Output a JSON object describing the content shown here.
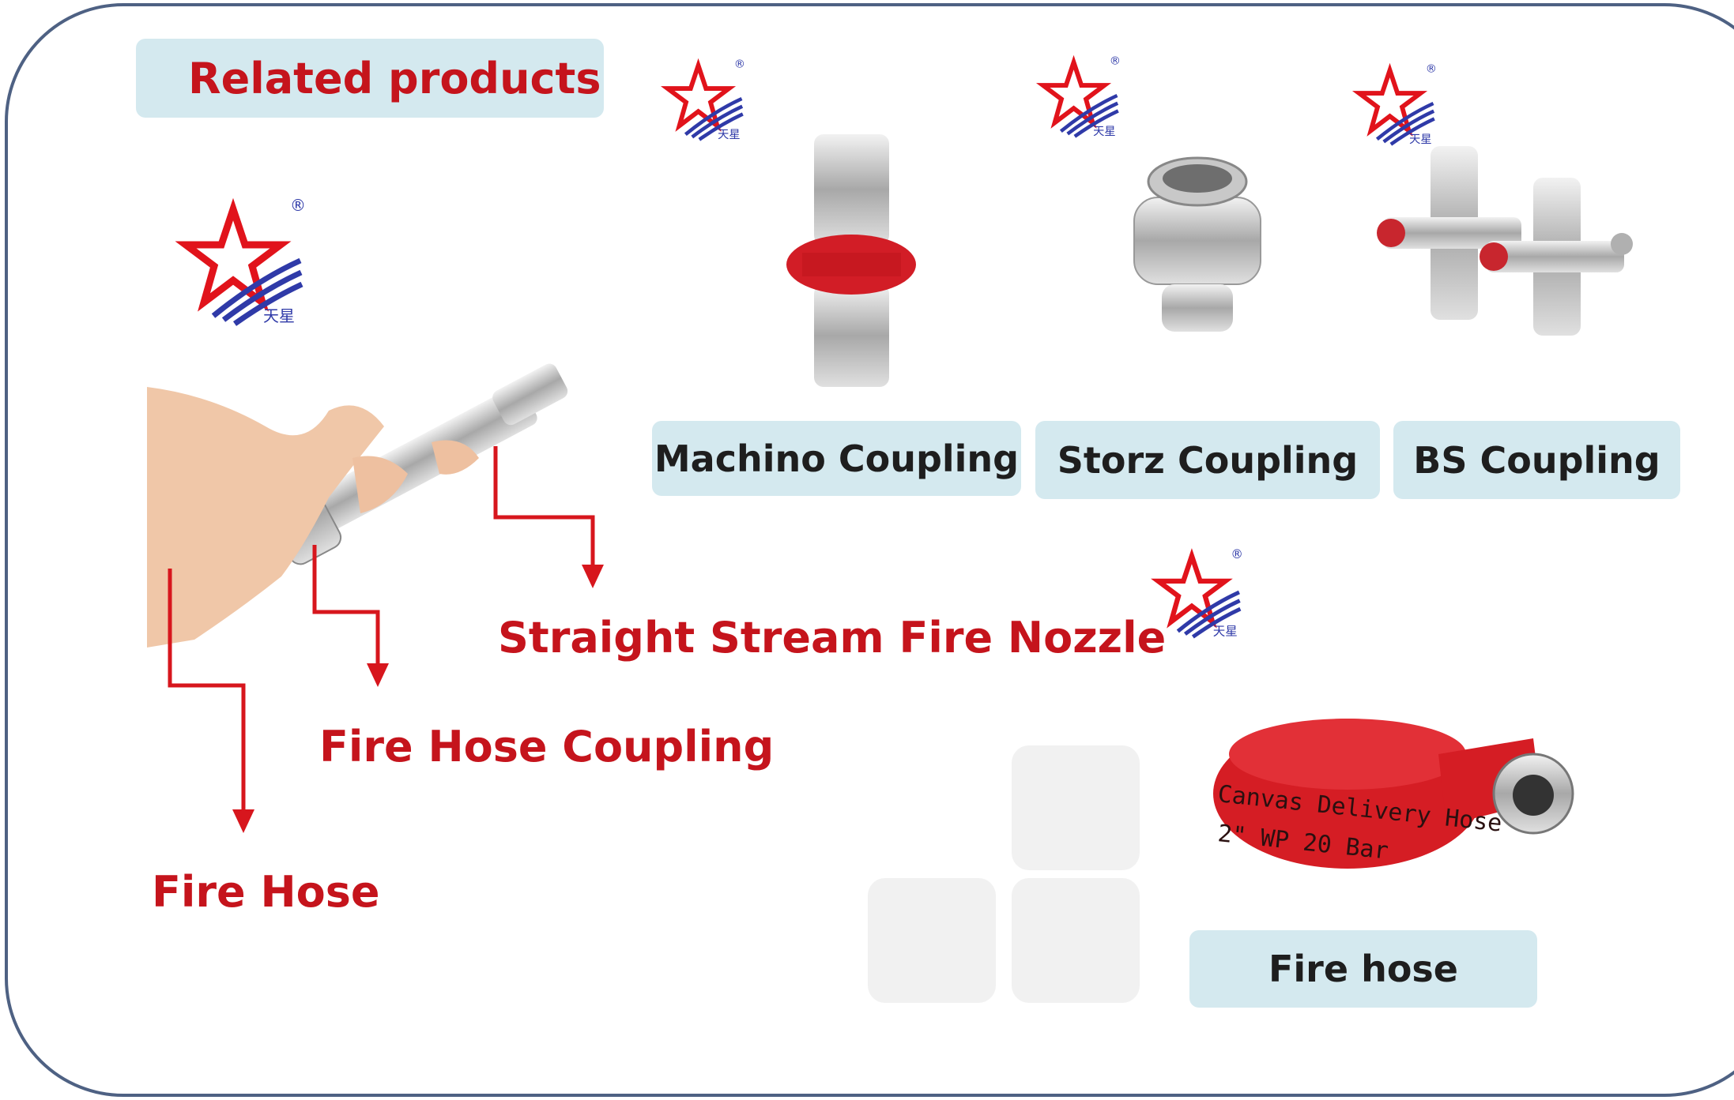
{
  "slide": {
    "title": "Related products",
    "logo_text": "天星",
    "registered_mark": "®"
  },
  "callouts": {
    "nozzle": "Straight  Stream  Fire Nozzle",
    "coupling": "Fire Hose Coupling",
    "hose": "Fire Hose"
  },
  "products": [
    {
      "label": "Machino Coupling"
    },
    {
      "label": "Storz Coupling"
    },
    {
      "label": "BS Coupling"
    },
    {
      "label": "Fire hose"
    }
  ],
  "hose_print": {
    "line1": "Canvas Delivery Hose",
    "line2": "2\" WP 20 Bar"
  },
  "colors": {
    "accent_red": "#c5141c",
    "pill_bg": "#d4e9ef",
    "frame": "#4e6183",
    "logo_blue": "#2f3aa8"
  }
}
